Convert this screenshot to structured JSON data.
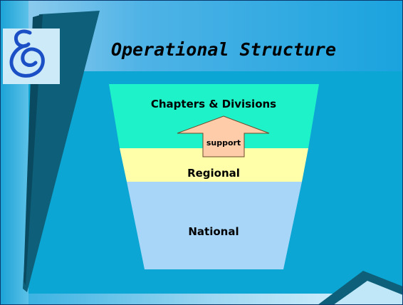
{
  "slide": {
    "title": "Operational Structure"
  },
  "diagram": {
    "levels": [
      {
        "label": "Chapters & Divisions",
        "color": "#1EF2C8"
      },
      {
        "label": "Regional",
        "color": "#FFFFAA"
      },
      {
        "label": "National",
        "color": "#A8D6F8"
      }
    ],
    "arrow": {
      "label": "support",
      "color": "#FFCCAA"
    }
  },
  "logo": {
    "icon": "mother-and-child-logo-icon",
    "color": "#1B4FC6"
  },
  "colors": {
    "background": "#0BA6D3",
    "title_band": "#5EB6E2",
    "dark_swoosh": "#0E5F79",
    "border": "#0D3A6E"
  }
}
